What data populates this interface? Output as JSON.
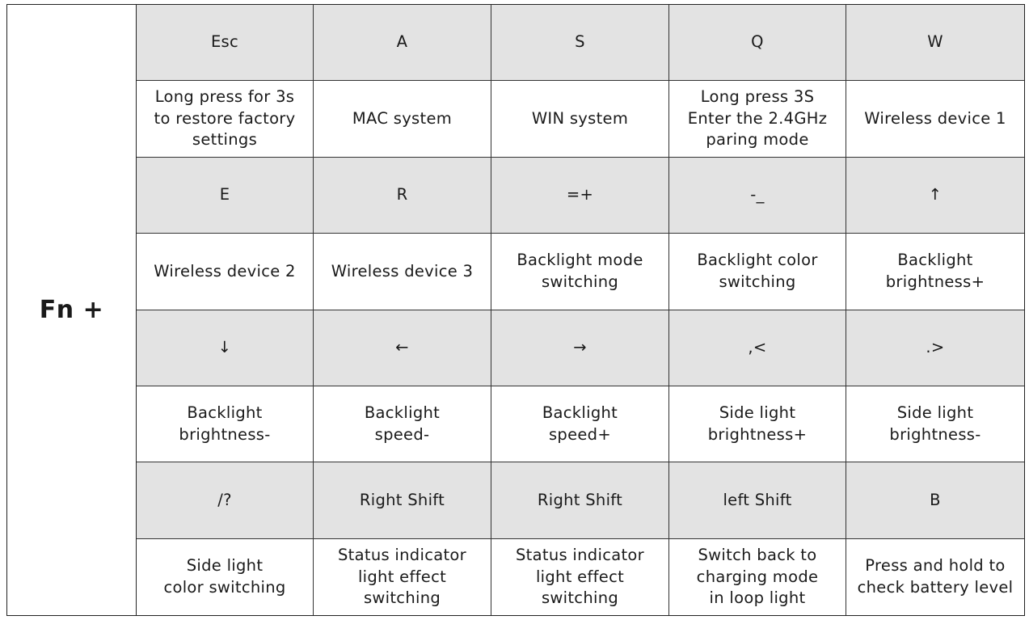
{
  "prefix_label": "Fn +",
  "rows": [
    {
      "keys": [
        "Esc",
        "A",
        "S",
        "Q",
        "W"
      ],
      "functions": [
        "Long press for 3s\nto restore factory\nsettings",
        "MAC system",
        "WIN system",
        "Long press 3S\nEnter the 2.4GHz\nparing mode",
        "Wireless device 1"
      ]
    },
    {
      "keys": [
        "E",
        "R",
        "=+",
        "-_",
        "↑"
      ],
      "functions": [
        "Wireless device 2",
        "Wireless device 3",
        "Backlight mode\nswitching",
        "Backlight color\nswitching",
        "Backlight\nbrightness+"
      ]
    },
    {
      "keys": [
        "↓",
        "←",
        "→",
        ",<",
        ".>"
      ],
      "functions": [
        "Backlight\nbrightness-",
        "Backlight\nspeed-",
        "Backlight\nspeed+",
        "Side light\nbrightness+",
        "Side light\nbrightness-"
      ]
    },
    {
      "keys": [
        "/?",
        "Right Shift",
        "Right Shift",
        "left Shift",
        "B"
      ],
      "functions": [
        "Side light\ncolor switching",
        "Status indicator\nlight effect\nswitching",
        "Status indicator\nlight effect\nswitching",
        "Switch back to\ncharging mode\nin loop light",
        "Press and hold to\ncheck battery level"
      ]
    }
  ]
}
